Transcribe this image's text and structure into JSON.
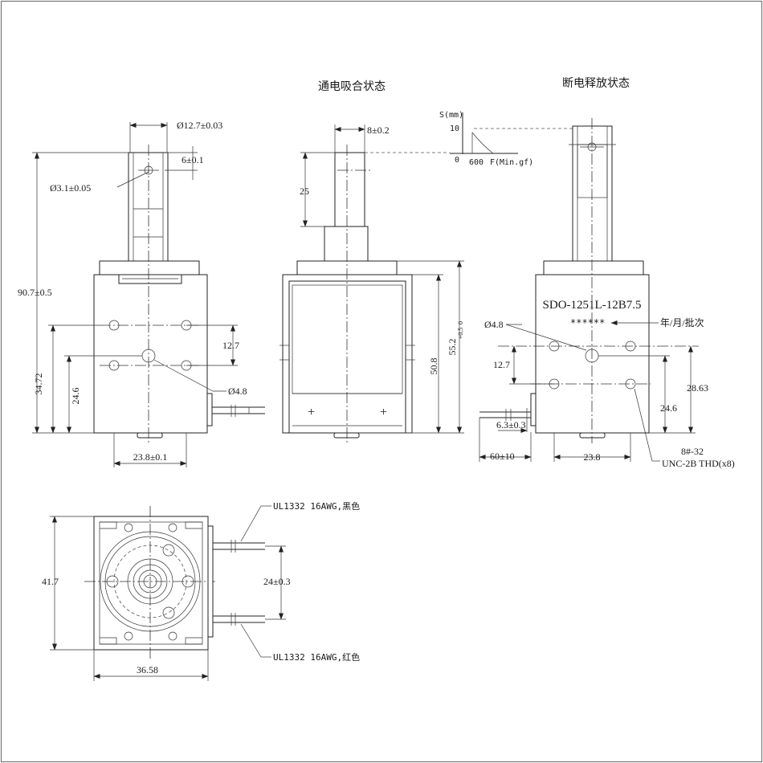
{
  "states": {
    "energized": "通电吸合状态",
    "de_energized": "断电释放状态"
  },
  "force_curve": {
    "y_axis": "S(mm)",
    "y_value": "10",
    "origin": "0",
    "x_value": "600",
    "x_axis": "F(Min.gf)"
  },
  "front_view": {
    "plunger_width": "Ø12.7±0.03",
    "hole_offset": "6±0.1",
    "hole_dia": "Ø3.1±0.05",
    "overall_height": "90.7±0.5",
    "upper_hole_height": "34.72",
    "lower_hole_height": "24.6",
    "hole_spacing": "12.7",
    "center_dia": "Ø4.8",
    "width": "23.8±0.1"
  },
  "side_view": {
    "plunger_width": "8±0.2",
    "stroke": "25",
    "frame_height": "50.8",
    "body_height": "55.2",
    "tolerance_upper": "+0.5",
    "tolerance_lower": "0"
  },
  "right_view": {
    "model": "SDO-1251L-12B7.5",
    "lot_code": "******",
    "date_label": "年/月/批次",
    "center_dia": "Ø4.8",
    "hole_spacing": "12.7",
    "hole_height": "24.6",
    "upper_hole_height": "28.63",
    "lead_offset": "6.3±0.3",
    "lead_length": "60±10",
    "width": "23.8",
    "thread_a": "8#-32",
    "thread_b": "UNC-2B THD(x8)"
  },
  "bottom_view": {
    "lead_black": "UL1332  16AWG,黑色",
    "lead_red": "UL1332  16AWG,红色",
    "lead_spacing": "24±0.3",
    "height": "41.7",
    "width": "36.58"
  }
}
